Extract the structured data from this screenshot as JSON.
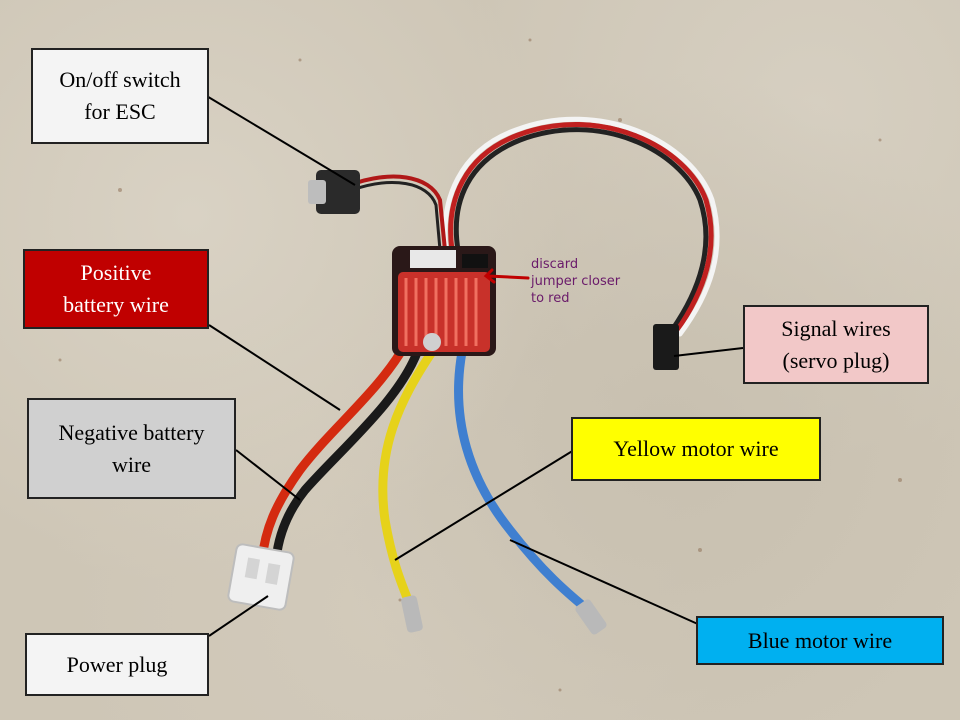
{
  "labels": {
    "switch": "On/off switch\nfor ESC",
    "positive": "Positive\nbattery wire",
    "negative": "Negative battery\nwire",
    "power": "Power plug",
    "signal": "Signal wires\n(servo plug)",
    "yellow": "Yellow  motor wire",
    "blue": "Blue motor wire"
  },
  "note": "discard\njumper closer\nto red",
  "colors": {
    "positive_box": "#c00000",
    "negative_box": "#d0d0d0",
    "signal_box": "#f2c8c8",
    "yellow_box": "#ffff00",
    "blue_box": "#00b0f0",
    "note_text": "#6a1a6a"
  }
}
